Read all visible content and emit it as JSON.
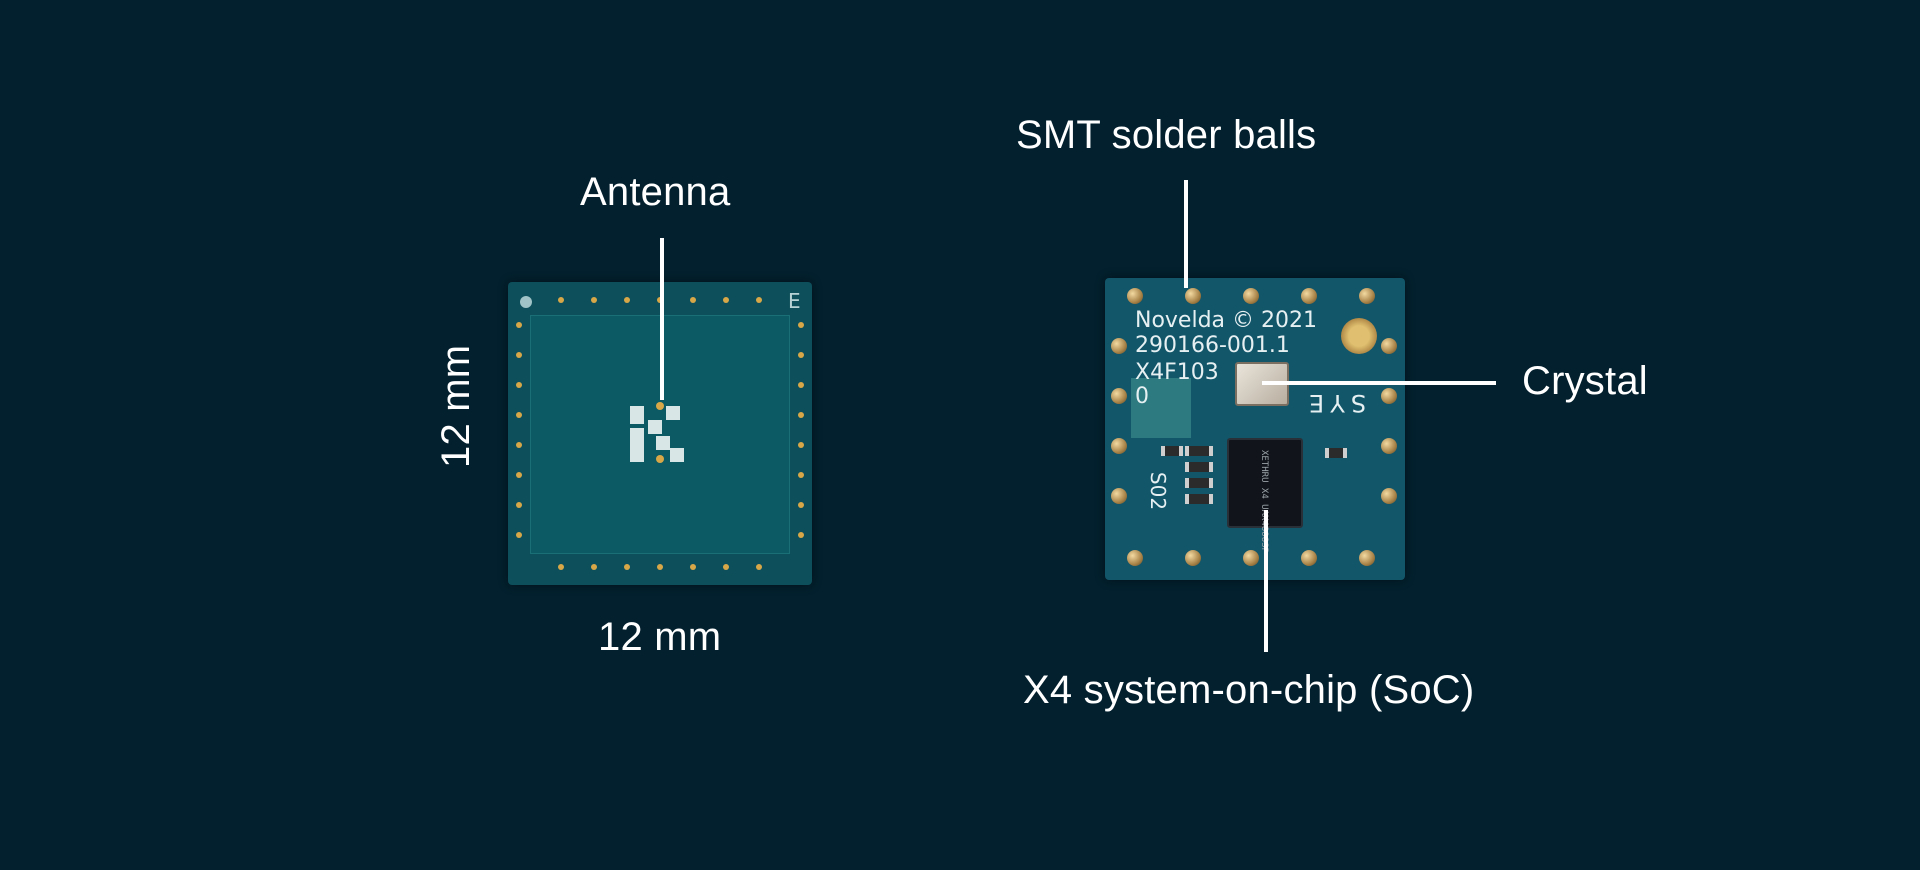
{
  "labels": {
    "antenna": "Antenna",
    "dim_vertical": "12 mm",
    "dim_horizontal": "12 mm",
    "smt_solder_balls": "SMT solder balls",
    "crystal": "Crystal",
    "soc": "X4 system-on-chip (SoC)"
  },
  "board_front": {
    "corner_letter": "E"
  },
  "board_back": {
    "silkscreen_line1": "Novelda © 2021",
    "silkscreen_line2": "290166-001.1",
    "silkscreen_line3": "X4F103",
    "silkscreen_line4": "0",
    "silkscreen_side": "SYE",
    "silkscreen_side2": "S02",
    "soc_marking": "XETHRU X4 UAX4888SP"
  },
  "colors": {
    "background": "#03202e",
    "board_front": "#0d4f5b",
    "board_back": "#12566a",
    "pad_gold": "#d8a848",
    "label_text": "#ffffff"
  }
}
